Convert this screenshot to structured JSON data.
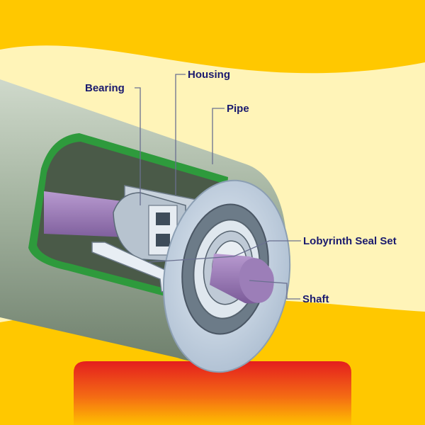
{
  "colors": {
    "background_yellow": "#ffc800",
    "cream_band": "#fff4b8",
    "pipe_grey": "#a9b7a6",
    "cut_green": "#2e9a3c",
    "shaft_purple": "#9a7bb5",
    "end_cap_blue": "#c8d6e6",
    "base_red": "#e82420",
    "label_text": "#1a1a6e"
  },
  "labels": {
    "bearing": "Bearing",
    "housing": "Housing",
    "pipe": "Pipe",
    "seal": "Lobyrinth Seal Set",
    "shaft": "Shaft"
  },
  "icons": {
    "roller": "conveyor-roller-cutaway",
    "base": "red-gradient-base"
  }
}
